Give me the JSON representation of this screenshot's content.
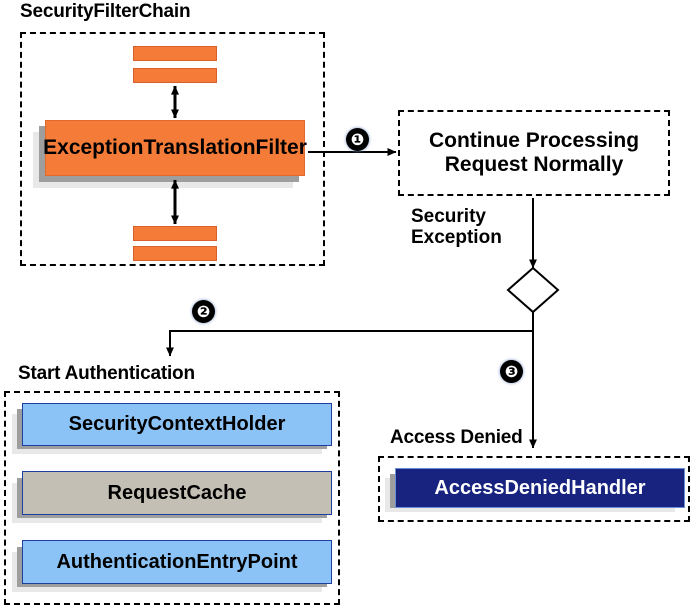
{
  "diagram": {
    "title_groups": {
      "filter_chain": "SecurityFilterChain",
      "start_authentication": "Start Authentication",
      "access_denied": "Access Denied"
    },
    "nodes": {
      "exception_translation_filter": "ExceptionTranslation\nFilter",
      "exception_translation_filter_line1": "ExceptionTranslation",
      "exception_translation_filter_line2": "Filter",
      "continue_processing_line1": "Continue Processing",
      "continue_processing_line2": "Request Normally",
      "security_context_holder": "SecurityContextHolder",
      "request_cache": "RequestCache",
      "authentication_entry_point": "AuthenticationEntryPoint",
      "access_denied_handler": "AccessDeniedHandler"
    },
    "edge_labels": {
      "security_exception_line1": "Security",
      "security_exception_line2": "Exception"
    },
    "step_markers": {
      "one": "❶",
      "two": "❷",
      "three": "❸"
    },
    "colors": {
      "orange_fill": "#f57c38",
      "orange_stroke": "#d9602a",
      "blue_fill": "#8cc3f7",
      "gray_fill": "#c3bfb5",
      "navy_fill": "#17237e",
      "component_stroke": "#1f3fa0",
      "shadow_dark": "#9e9e9e",
      "shadow_light": "#e8e8e8",
      "line": "#000000",
      "text": "#000000",
      "navy_text": "#ffffff"
    }
  }
}
